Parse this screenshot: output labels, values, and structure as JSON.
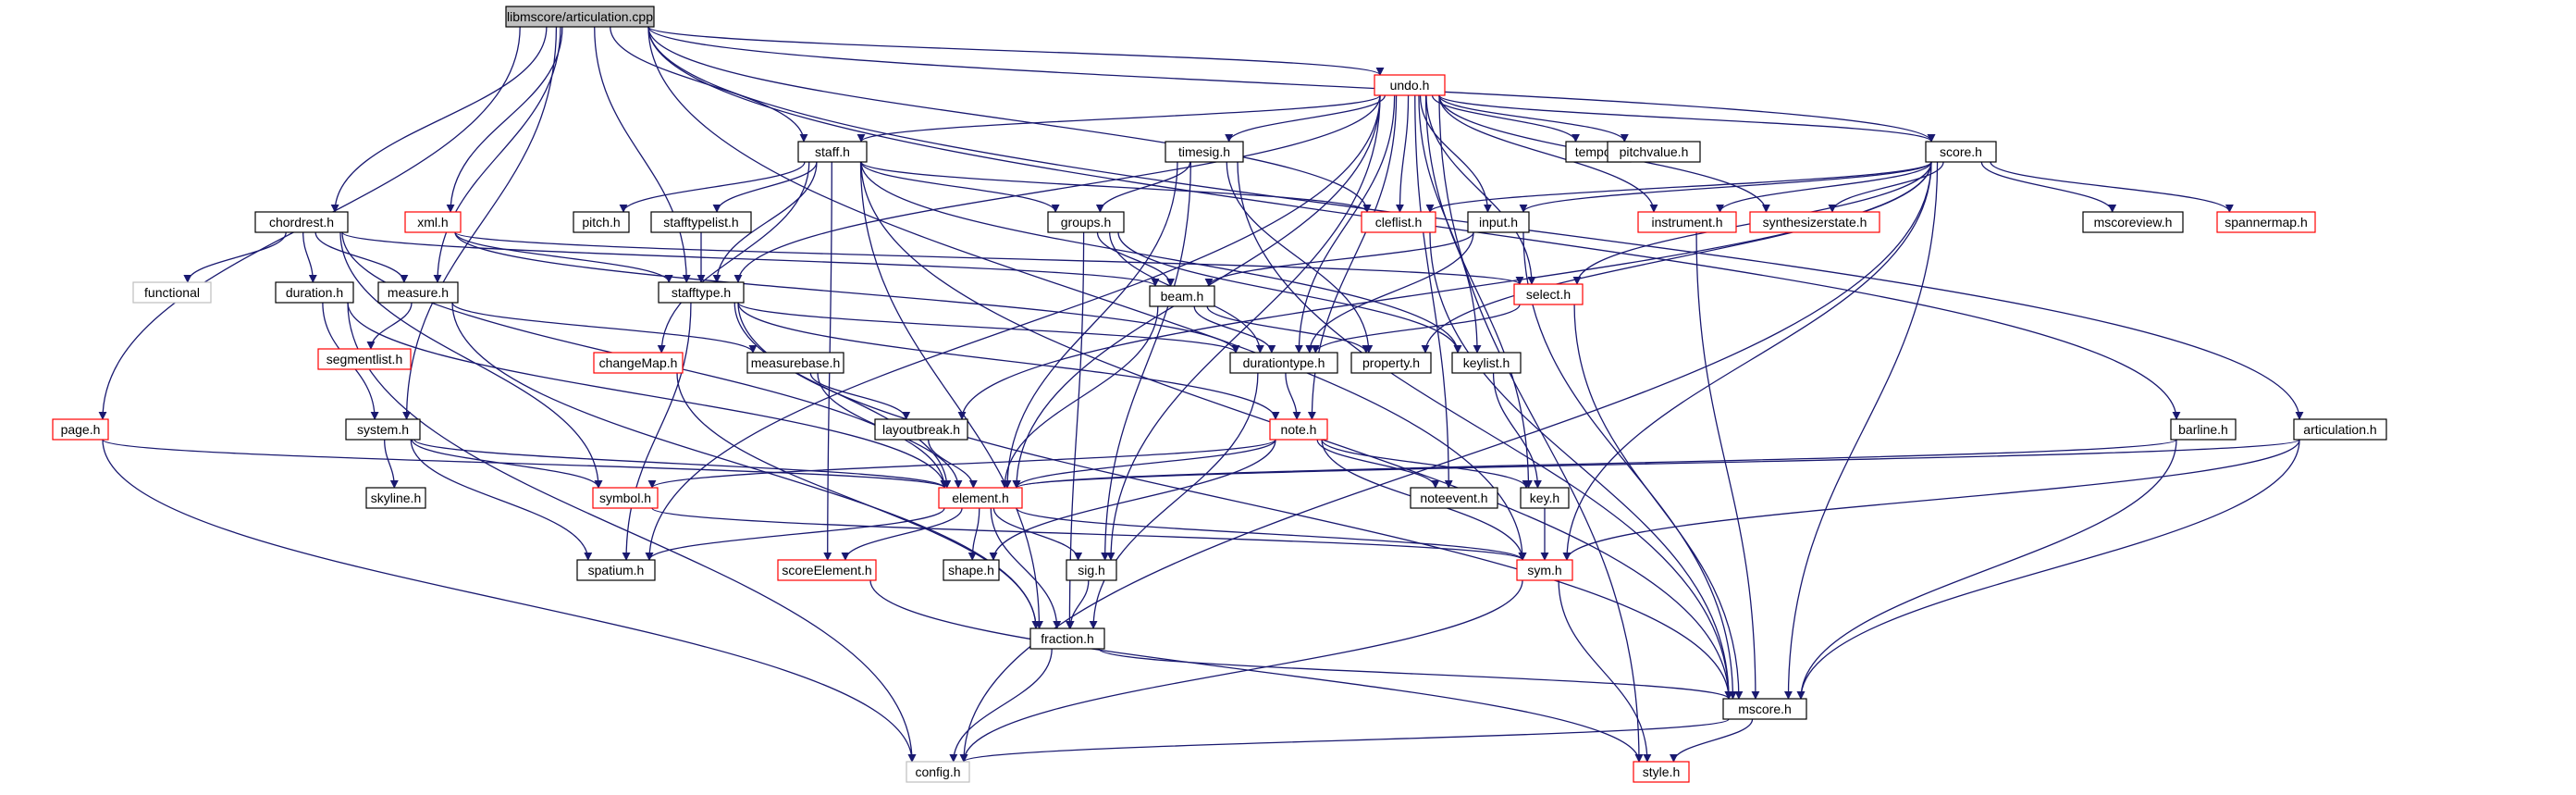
{
  "colors": {
    "edge": "#191970",
    "arrowhead": "#191970",
    "root_fill": "#bfbfbf",
    "node_fill": "#ffffff",
    "border_default": "#000000",
    "border_expandable": "#ff0000",
    "border_external": "#bfbfbf",
    "text": "#000000"
  },
  "graph": {
    "root": "libmscore/articulation.cpp",
    "nodes": [
      {
        "id": "root",
        "label": "libmscore/articulation.cpp",
        "kind": "root"
      },
      {
        "id": "undo",
        "label": "undo.h",
        "kind": "expandable"
      },
      {
        "id": "staff",
        "label": "staff.h",
        "kind": "normal"
      },
      {
        "id": "timesig",
        "label": "timesig.h",
        "kind": "normal"
      },
      {
        "id": "tempo",
        "label": "tempo.h",
        "kind": "normal"
      },
      {
        "id": "pitchvalue",
        "label": "pitchvalue.h",
        "kind": "normal"
      },
      {
        "id": "score",
        "label": "score.h",
        "kind": "normal"
      },
      {
        "id": "chordrest",
        "label": "chordrest.h",
        "kind": "normal"
      },
      {
        "id": "xml",
        "label": "xml.h",
        "kind": "expandable"
      },
      {
        "id": "pitch",
        "label": "pitch.h",
        "kind": "normal"
      },
      {
        "id": "stafftypelist",
        "label": "stafftypelist.h",
        "kind": "normal"
      },
      {
        "id": "groups",
        "label": "groups.h",
        "kind": "normal"
      },
      {
        "id": "cleflist",
        "label": "cleflist.h",
        "kind": "expandable"
      },
      {
        "id": "input",
        "label": "input.h",
        "kind": "normal"
      },
      {
        "id": "instrument",
        "label": "instrument.h",
        "kind": "expandable"
      },
      {
        "id": "synthesizerstate",
        "label": "synthesizerstate.h",
        "kind": "expandable"
      },
      {
        "id": "mscoreview",
        "label": "mscoreview.h",
        "kind": "normal"
      },
      {
        "id": "spannermap",
        "label": "spannermap.h",
        "kind": "expandable"
      },
      {
        "id": "functional",
        "label": "functional",
        "kind": "external"
      },
      {
        "id": "duration",
        "label": "duration.h",
        "kind": "normal"
      },
      {
        "id": "measure",
        "label": "measure.h",
        "kind": "normal"
      },
      {
        "id": "stafftype",
        "label": "stafftype.h",
        "kind": "normal"
      },
      {
        "id": "beam",
        "label": "beam.h",
        "kind": "normal"
      },
      {
        "id": "select",
        "label": "select.h",
        "kind": "expandable"
      },
      {
        "id": "segmentlist",
        "label": "segmentlist.h",
        "kind": "expandable"
      },
      {
        "id": "changeMap",
        "label": "changeMap.h",
        "kind": "expandable"
      },
      {
        "id": "measurebase",
        "label": "measurebase.h",
        "kind": "normal"
      },
      {
        "id": "durationtype",
        "label": "durationtype.h",
        "kind": "normal"
      },
      {
        "id": "property",
        "label": "property.h",
        "kind": "normal"
      },
      {
        "id": "keylist",
        "label": "keylist.h",
        "kind": "normal"
      },
      {
        "id": "page",
        "label": "page.h",
        "kind": "expandable"
      },
      {
        "id": "system",
        "label": "system.h",
        "kind": "normal"
      },
      {
        "id": "layoutbreak",
        "label": "layoutbreak.h",
        "kind": "normal"
      },
      {
        "id": "note",
        "label": "note.h",
        "kind": "expandable"
      },
      {
        "id": "barline",
        "label": "barline.h",
        "kind": "normal"
      },
      {
        "id": "articulation",
        "label": "articulation.h",
        "kind": "normal"
      },
      {
        "id": "skyline",
        "label": "skyline.h",
        "kind": "normal"
      },
      {
        "id": "symbol",
        "label": "symbol.h",
        "kind": "expandable"
      },
      {
        "id": "element",
        "label": "element.h",
        "kind": "expandable"
      },
      {
        "id": "noteevent",
        "label": "noteevent.h",
        "kind": "normal"
      },
      {
        "id": "key",
        "label": "key.h",
        "kind": "normal"
      },
      {
        "id": "spatium",
        "label": "spatium.h",
        "kind": "normal"
      },
      {
        "id": "scoreElement",
        "label": "scoreElement.h",
        "kind": "expandable"
      },
      {
        "id": "shape",
        "label": "shape.h",
        "kind": "normal"
      },
      {
        "id": "sig",
        "label": "sig.h",
        "kind": "normal"
      },
      {
        "id": "sym",
        "label": "sym.h",
        "kind": "expandable"
      },
      {
        "id": "fraction",
        "label": "fraction.h",
        "kind": "normal"
      },
      {
        "id": "mscore",
        "label": "mscore.h",
        "kind": "normal"
      },
      {
        "id": "config",
        "label": "config.h",
        "kind": "external"
      },
      {
        "id": "style",
        "label": "style.h",
        "kind": "expandable"
      }
    ],
    "edges": [
      [
        "root",
        "undo"
      ],
      [
        "root",
        "staff"
      ],
      [
        "root",
        "chordrest"
      ],
      [
        "root",
        "xml"
      ],
      [
        "root",
        "measure"
      ],
      [
        "root",
        "stafftype"
      ],
      [
        "root",
        "page"
      ],
      [
        "root",
        "system"
      ],
      [
        "root",
        "score"
      ],
      [
        "root",
        "cleflist"
      ],
      [
        "root",
        "barline"
      ],
      [
        "root",
        "articulation"
      ],
      [
        "root",
        "sym"
      ],
      [
        "undo",
        "staff"
      ],
      [
        "undo",
        "timesig"
      ],
      [
        "undo",
        "tempo"
      ],
      [
        "undo",
        "pitchvalue"
      ],
      [
        "undo",
        "score"
      ],
      [
        "undo",
        "cleflist"
      ],
      [
        "undo",
        "input"
      ],
      [
        "undo",
        "instrument"
      ],
      [
        "undo",
        "synthesizerstate"
      ],
      [
        "undo",
        "stafftype"
      ],
      [
        "undo",
        "select"
      ],
      [
        "undo",
        "durationtype"
      ],
      [
        "undo",
        "note"
      ],
      [
        "undo",
        "key"
      ],
      [
        "undo",
        "spatium"
      ],
      [
        "undo",
        "sig"
      ],
      [
        "undo",
        "element"
      ],
      [
        "undo",
        "style"
      ],
      [
        "undo",
        "noteevent"
      ],
      [
        "undo",
        "keylist"
      ],
      [
        "staff",
        "pitch"
      ],
      [
        "staff",
        "stafftypelist"
      ],
      [
        "staff",
        "groups"
      ],
      [
        "staff",
        "cleflist"
      ],
      [
        "staff",
        "stafftype"
      ],
      [
        "staff",
        "changeMap"
      ],
      [
        "staff",
        "scoreElement"
      ],
      [
        "staff",
        "fraction"
      ],
      [
        "staff",
        "mscore"
      ],
      [
        "staff",
        "keylist"
      ],
      [
        "timesig",
        "groups"
      ],
      [
        "timesig",
        "element"
      ],
      [
        "timesig",
        "sig"
      ],
      [
        "timesig",
        "mscore"
      ],
      [
        "timesig",
        "property"
      ],
      [
        "score",
        "input"
      ],
      [
        "score",
        "instrument"
      ],
      [
        "score",
        "synthesizerstate"
      ],
      [
        "score",
        "mscoreview"
      ],
      [
        "score",
        "spannermap"
      ],
      [
        "score",
        "cleflist"
      ],
      [
        "score",
        "select"
      ],
      [
        "score",
        "layoutbreak"
      ],
      [
        "score",
        "property"
      ],
      [
        "score",
        "mscore"
      ],
      [
        "score",
        "config"
      ],
      [
        "score",
        "sym"
      ],
      [
        "chordrest",
        "functional"
      ],
      [
        "chordrest",
        "duration"
      ],
      [
        "chordrest",
        "measure"
      ],
      [
        "chordrest",
        "beam"
      ],
      [
        "chordrest",
        "element"
      ],
      [
        "chordrest",
        "symbol"
      ],
      [
        "xml",
        "stafftype"
      ],
      [
        "xml",
        "select"
      ],
      [
        "xml",
        "durationtype"
      ],
      [
        "stafftypelist",
        "stafftype"
      ],
      [
        "groups",
        "beam"
      ],
      [
        "groups",
        "durationtype"
      ],
      [
        "groups",
        "fraction"
      ],
      [
        "groups",
        "keylist"
      ],
      [
        "cleflist",
        "mscore"
      ],
      [
        "input",
        "beam"
      ],
      [
        "input",
        "durationtype"
      ],
      [
        "input",
        "mscore"
      ],
      [
        "instrument",
        "mscore"
      ],
      [
        "duration",
        "system"
      ],
      [
        "duration",
        "config"
      ],
      [
        "duration",
        "element"
      ],
      [
        "measure",
        "segmentlist"
      ],
      [
        "measure",
        "measurebase"
      ],
      [
        "measure",
        "fraction"
      ],
      [
        "stafftype",
        "element"
      ],
      [
        "stafftype",
        "spatium"
      ],
      [
        "stafftype",
        "mscore"
      ],
      [
        "stafftype",
        "durationtype"
      ],
      [
        "stafftype",
        "note"
      ],
      [
        "beam",
        "property"
      ],
      [
        "beam",
        "durationtype"
      ],
      [
        "beam",
        "element"
      ],
      [
        "select",
        "durationtype"
      ],
      [
        "select",
        "mscore"
      ],
      [
        "changeMap",
        "fraction"
      ],
      [
        "measurebase",
        "layoutbreak"
      ],
      [
        "measurebase",
        "element"
      ],
      [
        "durationtype",
        "note"
      ],
      [
        "durationtype",
        "fraction"
      ],
      [
        "keylist",
        "key"
      ],
      [
        "page",
        "element"
      ],
      [
        "page",
        "config"
      ],
      [
        "system",
        "skyline"
      ],
      [
        "system",
        "symbol"
      ],
      [
        "system",
        "element"
      ],
      [
        "system",
        "spatium"
      ],
      [
        "layoutbreak",
        "element"
      ],
      [
        "note",
        "element"
      ],
      [
        "note",
        "symbol"
      ],
      [
        "note",
        "noteevent"
      ],
      [
        "note",
        "key"
      ],
      [
        "note",
        "sym"
      ],
      [
        "note",
        "shape"
      ],
      [
        "barline",
        "element"
      ],
      [
        "barline",
        "mscore"
      ],
      [
        "articulation",
        "element"
      ],
      [
        "articulation",
        "mscore"
      ],
      [
        "articulation",
        "sym"
      ],
      [
        "symbol",
        "sym"
      ],
      [
        "element",
        "spatium"
      ],
      [
        "element",
        "scoreElement"
      ],
      [
        "element",
        "shape"
      ],
      [
        "element",
        "sig"
      ],
      [
        "element",
        "fraction"
      ],
      [
        "element",
        "sym"
      ],
      [
        "key",
        "sym"
      ],
      [
        "scoreElement",
        "style"
      ],
      [
        "sig",
        "fraction"
      ],
      [
        "sym",
        "style"
      ],
      [
        "sym",
        "config"
      ],
      [
        "fraction",
        "mscore"
      ],
      [
        "fraction",
        "config"
      ],
      [
        "mscore",
        "style"
      ],
      [
        "mscore",
        "config"
      ]
    ]
  }
}
